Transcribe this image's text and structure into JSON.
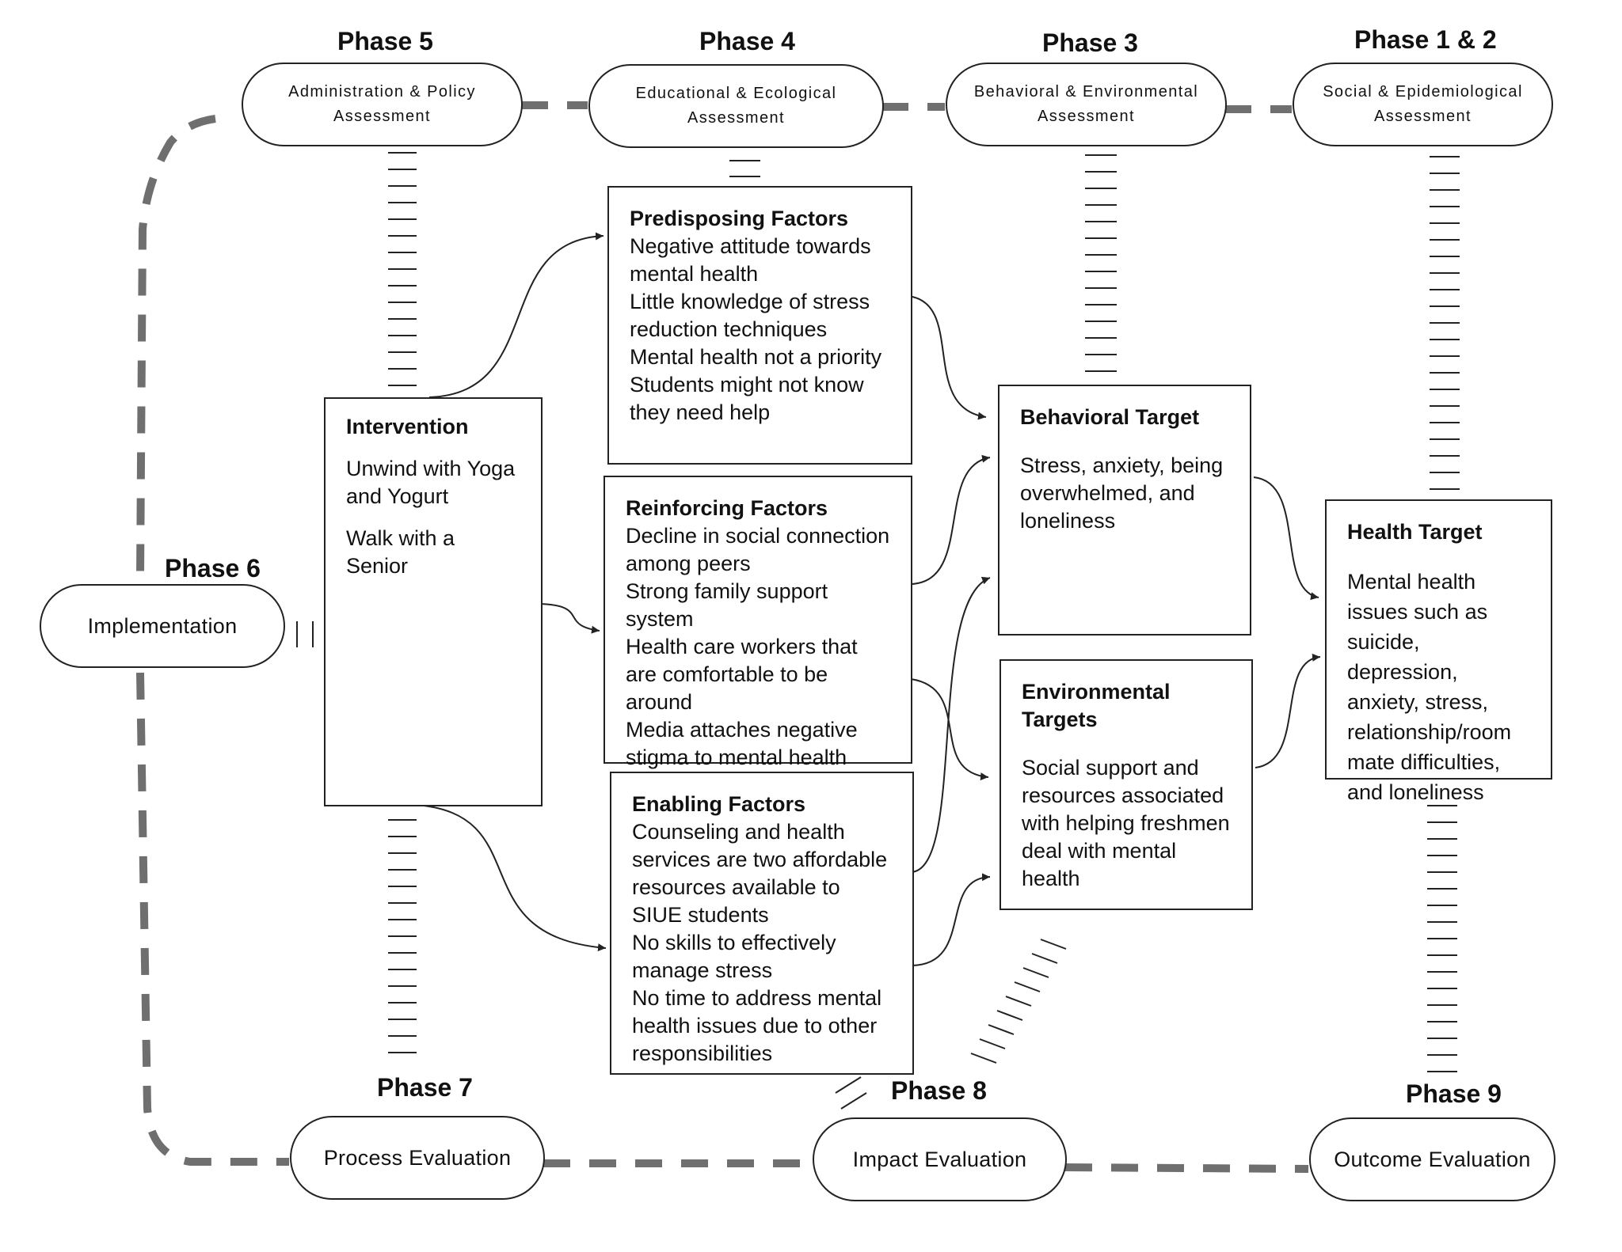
{
  "phases": {
    "p12": {
      "label": "Phase 1 & 2",
      "name": "Social & Epidemiological Assessment"
    },
    "p3": {
      "label": "Phase 3",
      "name": "Behavioral & Environmental Assessment"
    },
    "p4": {
      "label": "Phase 4",
      "name": "Educational & Ecological Assessment"
    },
    "p5": {
      "label": "Phase 5",
      "name": "Administration & Policy Assessment"
    },
    "p6": {
      "label": "Phase 6",
      "name": "Implementation"
    },
    "p7": {
      "label": "Phase 7",
      "name": "Process Evaluation"
    },
    "p8": {
      "label": "Phase 8",
      "name": "Impact Evaluation"
    },
    "p9": {
      "label": "Phase 9",
      "name": "Outcome Evaluation"
    }
  },
  "intervention": {
    "title": "Intervention",
    "items": [
      "Unwind with Yoga and Yogurt",
      "Walk with a Senior"
    ]
  },
  "predisposing": {
    "title": "Predisposing Factors",
    "items": [
      "Negative attitude towards mental health",
      "Little knowledge of stress reduction techniques",
      "Mental health not a priority",
      "Students might not know they need help"
    ]
  },
  "reinforcing": {
    "title": "Reinforcing Factors",
    "items": [
      "Decline in social connection among peers",
      "Strong family support system",
      "Health care workers that are comfortable to be around",
      "Media attaches negative stigma to mental health"
    ]
  },
  "enabling": {
    "title": "Enabling Factors",
    "items": [
      "Counseling and health services are two affordable resources available to SIUE students",
      "No skills to effectively manage stress",
      "No time to address mental health issues due to other responsibilities"
    ]
  },
  "behavioral": {
    "title": "Behavioral Target",
    "text": "Stress, anxiety, being overwhelmed, and loneliness"
  },
  "environmental": {
    "title": "Environmental Targets",
    "text": "Social support and resources associated with helping freshmen deal with mental health"
  },
  "health": {
    "title": "Health Target",
    "text": "Mental health issues such as suicide, depression, anxiety, stress, relationship/room mate difficulties, and loneliness"
  },
  "colors": {
    "dash": "#6f6f6f",
    "line": "#222222"
  }
}
